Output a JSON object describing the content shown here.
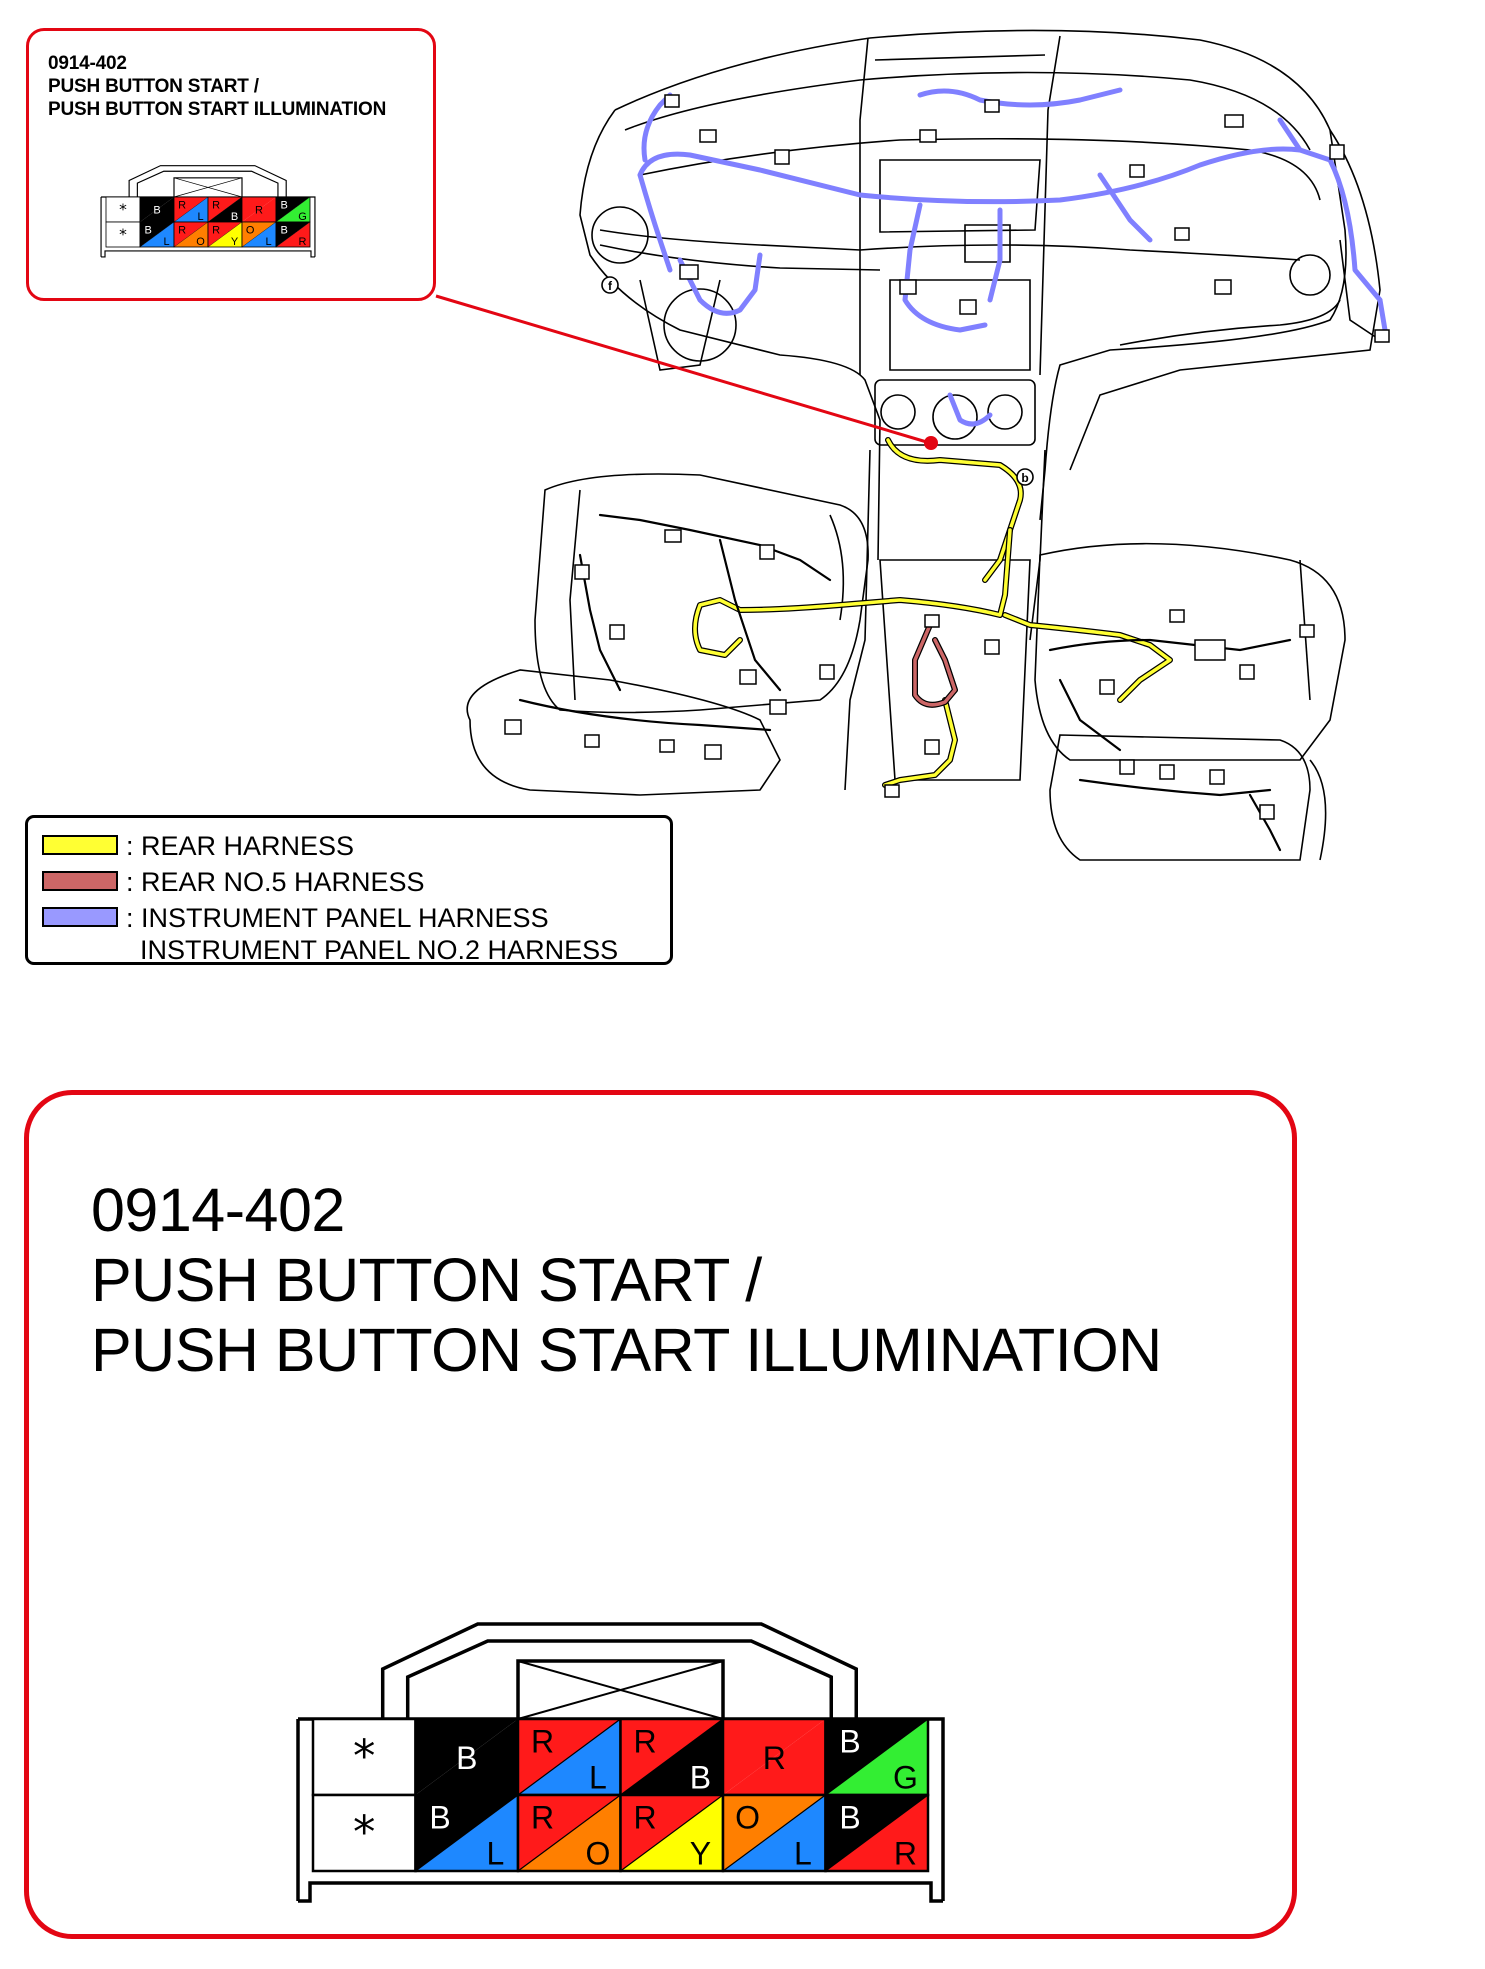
{
  "connector": {
    "code": "0914-402",
    "name_line1": "PUSH BUTTON START /",
    "name_line2": "PUSH BUTTON START ILLUMINATION"
  },
  "legend": [
    {
      "color": "#ffff33",
      "label": ": REAR HARNESS"
    },
    {
      "color": "#cc6666",
      "label": ": REAR NO.5 HARNESS"
    },
    {
      "color": "#9999ff",
      "label": ": INSTRUMENT PANEL HARNESS"
    },
    {
      "color": "",
      "label": "INSTRUMENT PANEL NO.2 HARNESS"
    }
  ],
  "colors": {
    "callout_border": "#e30613",
    "locator_dot": "#e30613",
    "B": "#000000",
    "R": "#ff1a1a",
    "L": "#1e88ff",
    "G": "#33ee33",
    "O": "#ff7f00",
    "Y": "#ffff00",
    "W": "#ffffff"
  },
  "pin_grid": {
    "top_row": [
      {
        "mark": "*"
      },
      {
        "c1": "B",
        "c2": "B",
        "t1": "B",
        "t2": ""
      },
      {
        "c1": "R",
        "c2": "L",
        "t1": "R",
        "t2": "L"
      },
      {
        "c1": "R",
        "c2": "B",
        "t1": "R",
        "t2": "B"
      },
      {
        "c1": "R",
        "c2": "R",
        "t1": "R",
        "t2": ""
      },
      {
        "c1": "B",
        "c2": "G",
        "t1": "B",
        "t2": "G"
      }
    ],
    "bottom_row": [
      {
        "mark": "*"
      },
      {
        "c1": "B",
        "c2": "L",
        "t1": "B",
        "t2": "L"
      },
      {
        "c1": "R",
        "c2": "O",
        "t1": "R",
        "t2": "O"
      },
      {
        "c1": "R",
        "c2": "Y",
        "t1": "R",
        "t2": "Y"
      },
      {
        "c1": "O",
        "c2": "L",
        "t1": "O",
        "t2": "L"
      },
      {
        "c1": "B",
        "c2": "R",
        "t1": "B",
        "t2": "R"
      }
    ]
  },
  "labels": {
    "marker_f": "f",
    "marker_b": "b"
  }
}
